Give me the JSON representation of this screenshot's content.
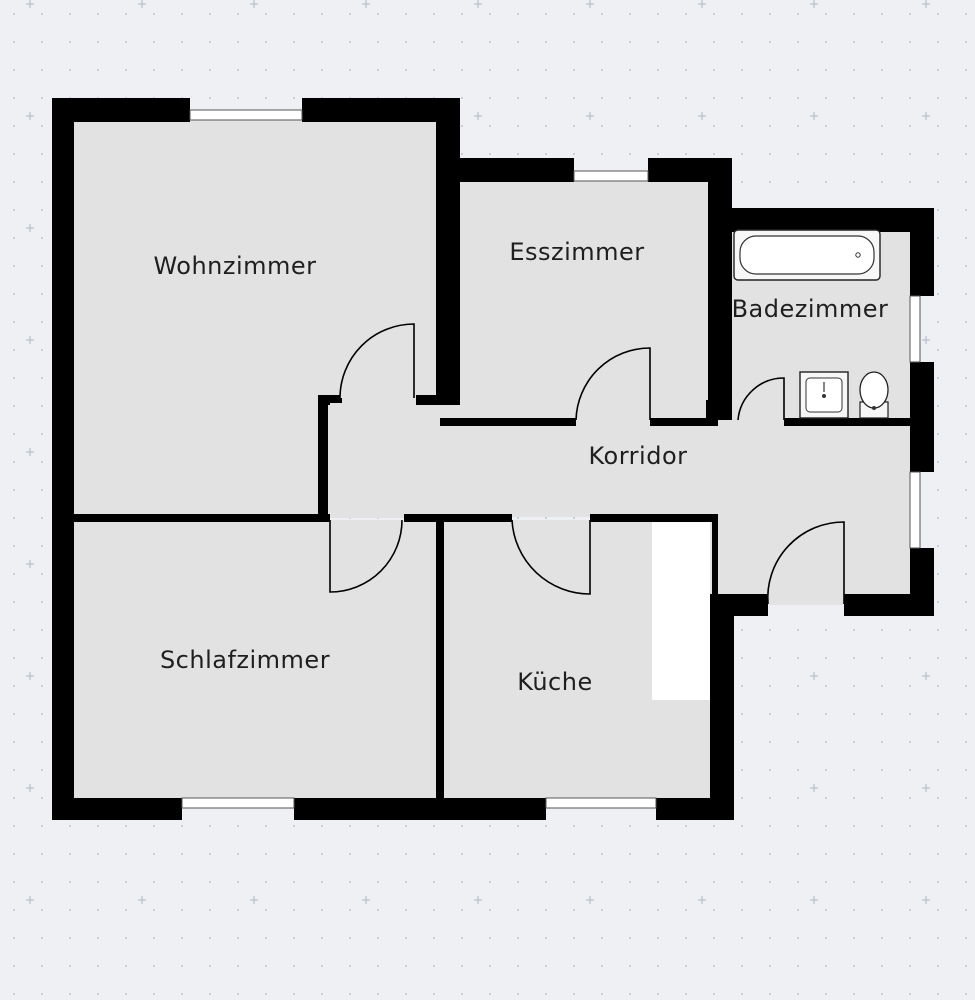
{
  "rooms": {
    "wohnzimmer": "Wohnzimmer",
    "esszimmer": "Esszimmer",
    "badezimmer": "Badezimmer",
    "korridor": "Korridor",
    "schlafzimmer": "Schlafzimmer",
    "kueche": "Küche"
  },
  "colors": {
    "background": "#eef0f3",
    "floor": "#e2e2e2",
    "wall": "#000000",
    "grid_dot": "#c6cdd6"
  }
}
